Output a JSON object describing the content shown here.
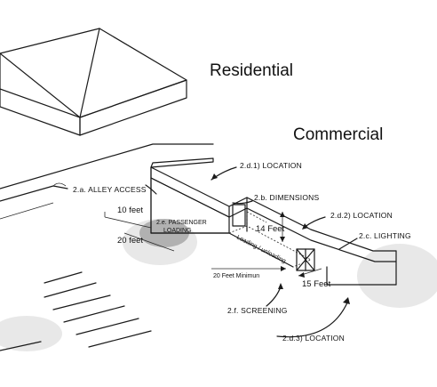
{
  "zones": {
    "residential": "Residential",
    "commercial": "Commercial"
  },
  "callouts": {
    "location_1": "2.d.1) LOCATION",
    "alley_access": "2.a. ALLEY ACCESS",
    "dimensions": "2.b. DIMENSIONS",
    "location_2": "2.d.2) LOCATION",
    "lighting": "2.c. LIGHTING",
    "passenger_loading_line1": "2.e. PASSENGER",
    "passenger_loading_line2": "LOADING",
    "screening": "2.f. SCREENING",
    "location_3": "2.d.3) LOCATION"
  },
  "dimensions": {
    "ten_feet": "10 feet",
    "twenty_feet": "20 feet",
    "fourteen_feet": "14 Feet",
    "twenty_feet_min": "20 Feet Minimun",
    "fifteen_feet": "15 Feet"
  },
  "inner_labels": {
    "loading": "Loading / unloading"
  },
  "colors": {
    "ink": "#1a1a1a",
    "shade": "#d6d6d6"
  }
}
